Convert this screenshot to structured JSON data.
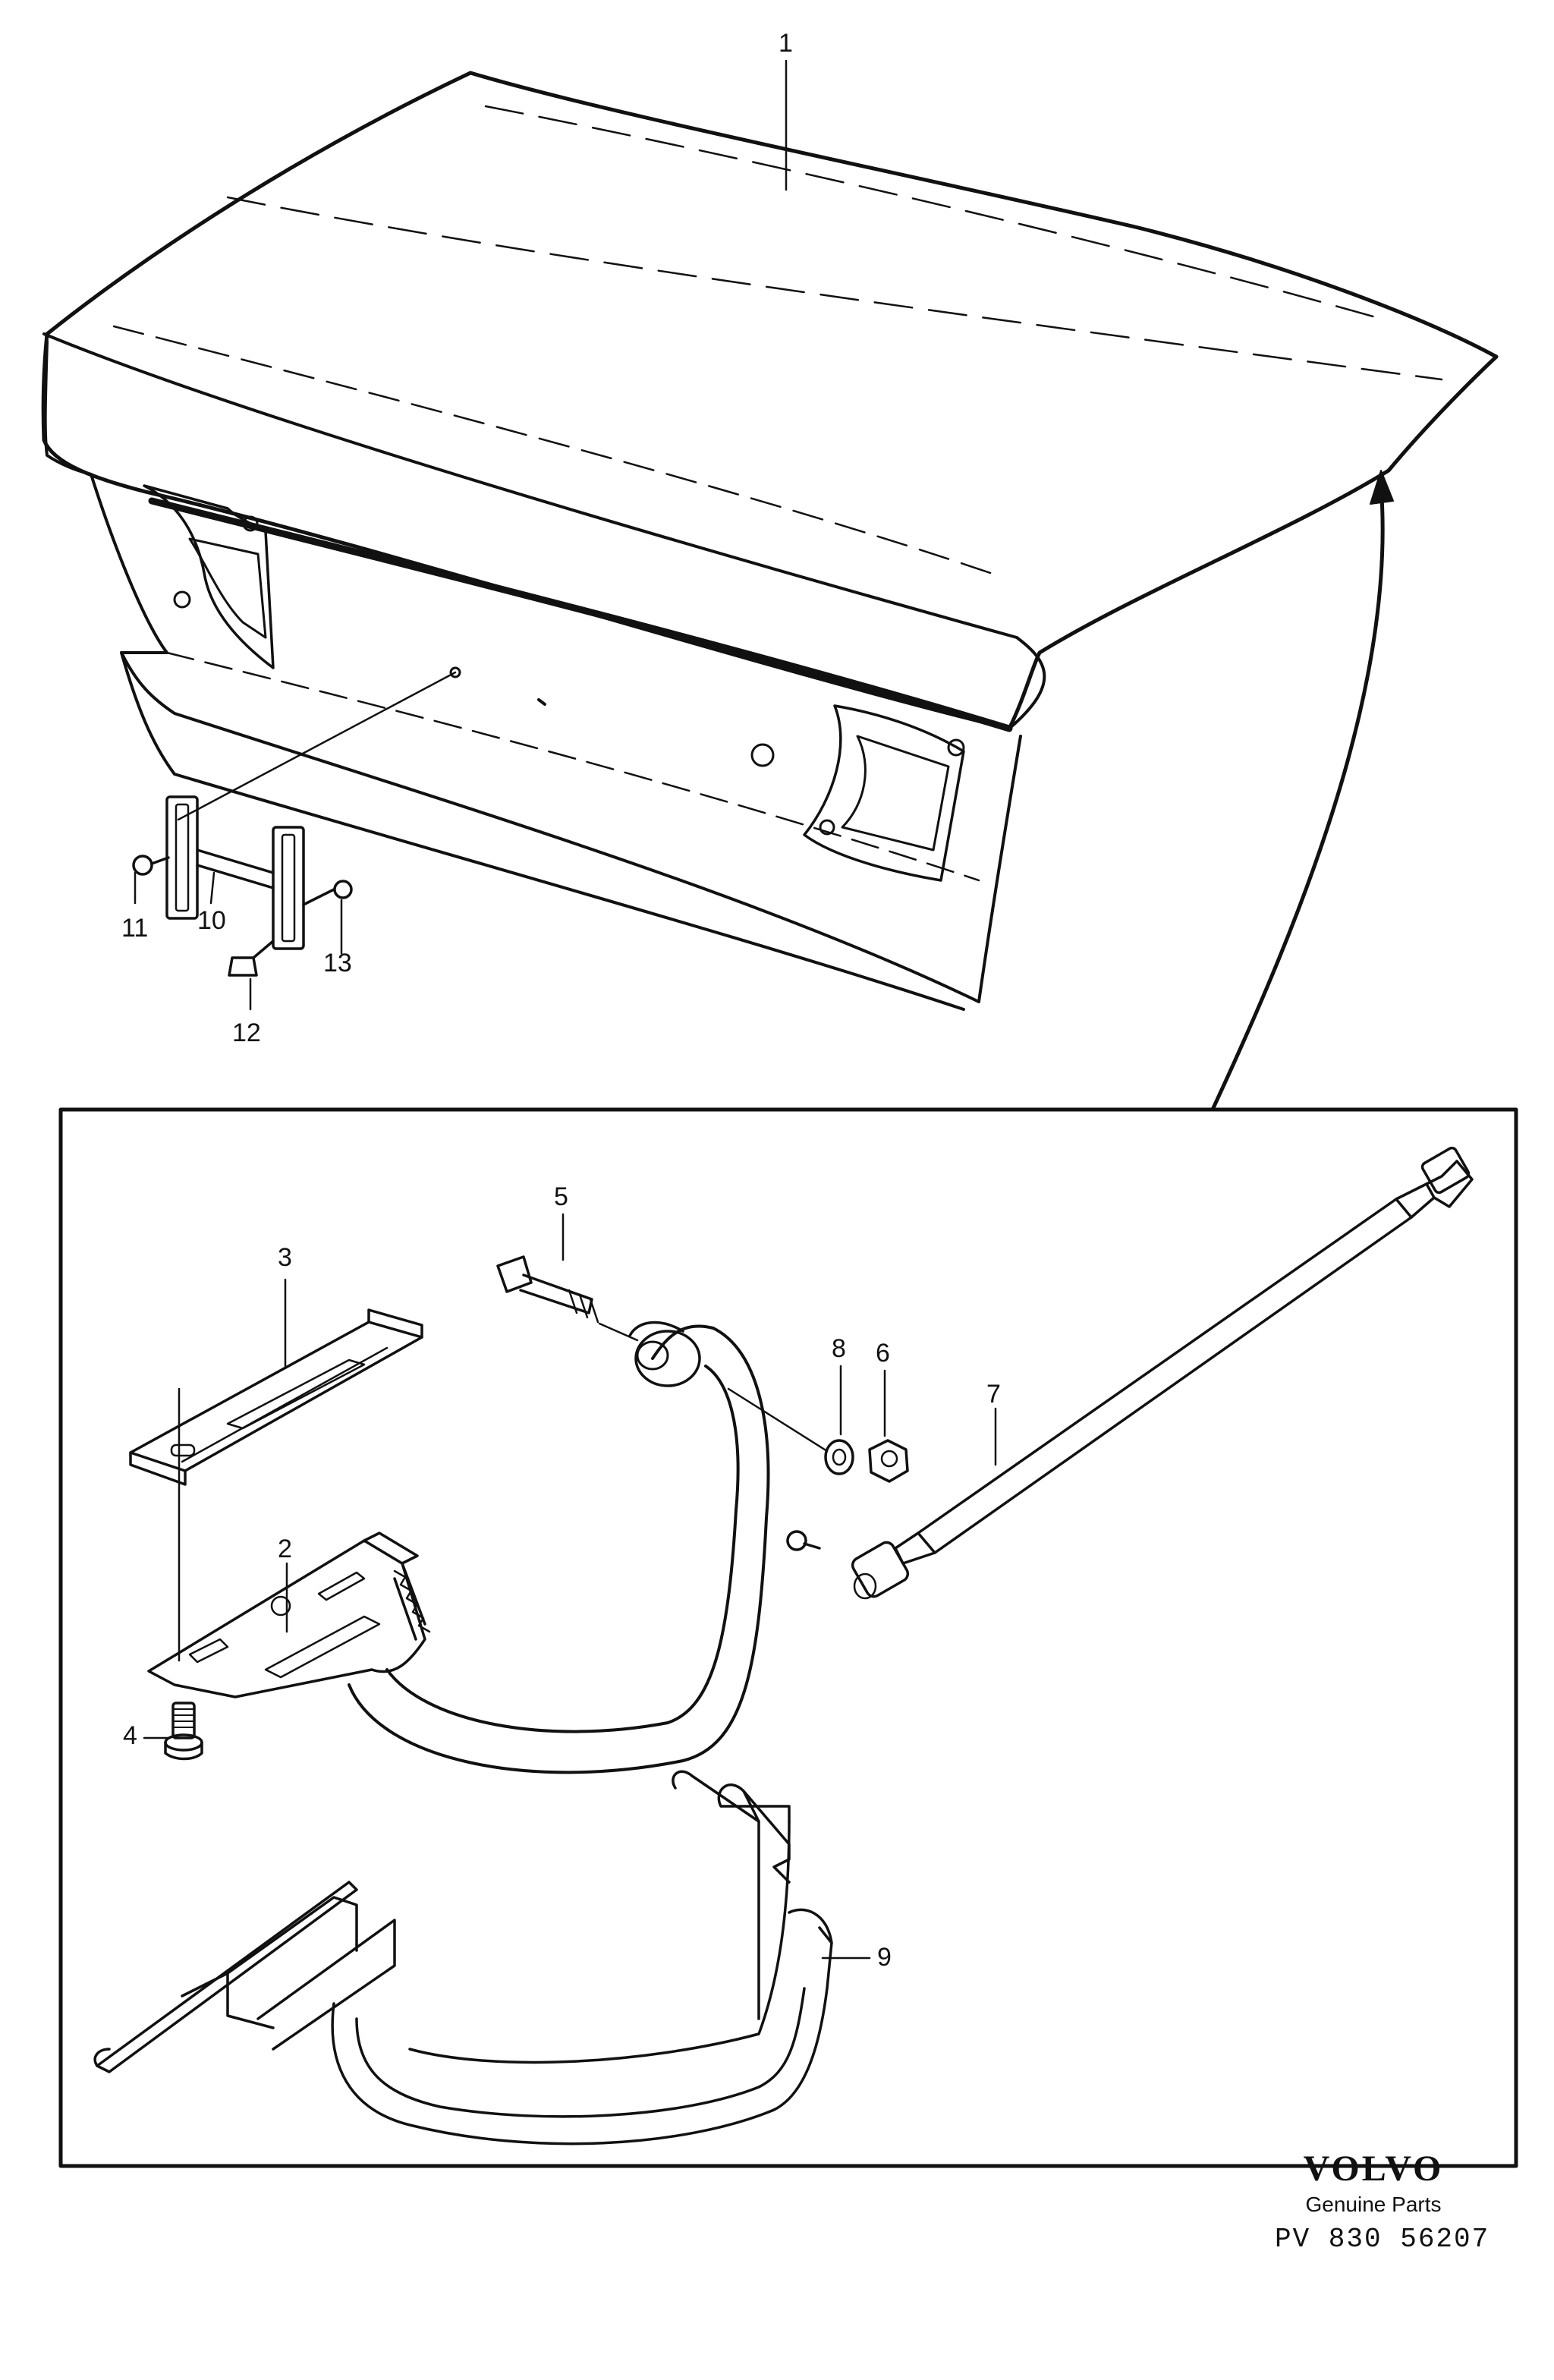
{
  "labels": {
    "p1": "1",
    "p2": "2",
    "p3": "3",
    "p4": "4",
    "p5": "5",
    "p6": "6",
    "p7": "7",
    "p8": "8",
    "p9": "9",
    "p10": "10",
    "p11": "11",
    "p12": "12",
    "p13": "13"
  },
  "logo": {
    "brand": "VOLVO",
    "subline": "Genuine Parts",
    "code": "PV 830 56207"
  },
  "style": {
    "ink": "#111111",
    "paper": "#ffffff"
  }
}
